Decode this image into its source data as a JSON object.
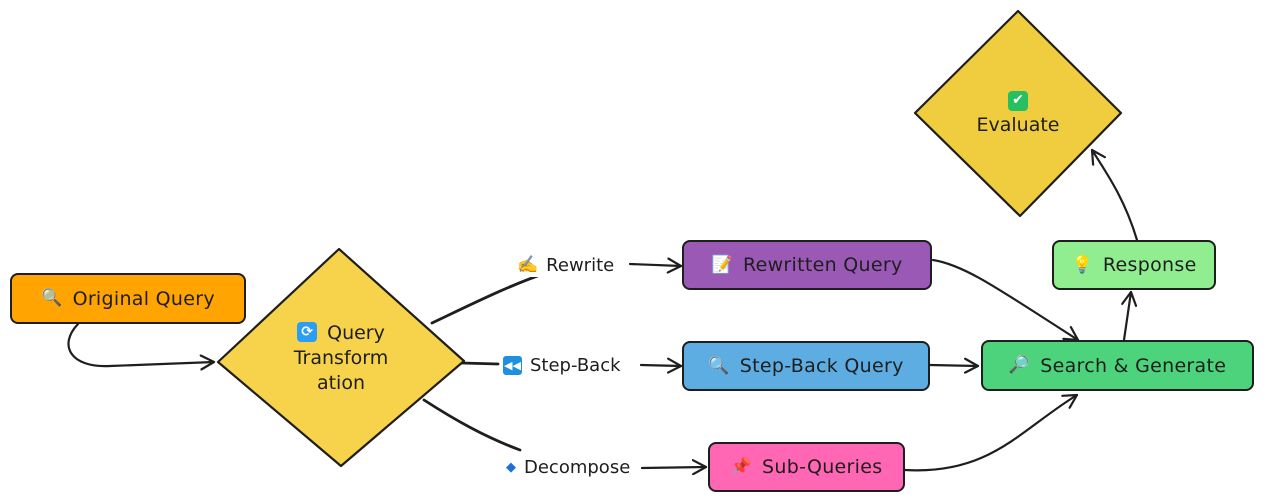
{
  "nodes": {
    "original_query": {
      "icon": "🔍",
      "label": "Original Query",
      "color": "#ffa400"
    },
    "query_transformation": {
      "icon": "🔄",
      "line1": "Query",
      "line2": "Transform",
      "line3": "ation",
      "color": "#f6d34a",
      "icon_color": "#2a9df4"
    },
    "rewritten_query": {
      "icon": "📝",
      "label": "Rewritten Query",
      "color": "#9b59b6"
    },
    "step_back_query": {
      "icon": "🔍",
      "label": "Step-Back Query",
      "color": "#5dade2"
    },
    "sub_queries": {
      "icon": "📌",
      "label": "Sub-Queries",
      "color": "#ff66b3"
    },
    "search_generate": {
      "icon": "🔎",
      "label": "Search & Generate",
      "color": "#4cd37b"
    },
    "response": {
      "icon": "💡",
      "label": "Response",
      "color": "#90ee90"
    },
    "evaluate": {
      "icon": "✔",
      "label": "Evaluate",
      "color": "#f0cd3e",
      "icon_color": "#27c060"
    }
  },
  "edge_labels": {
    "rewrite": {
      "icon": "✍️",
      "label": "Rewrite"
    },
    "step_back": {
      "icon": "⏪",
      "label": "Step-Back"
    },
    "decompose": {
      "icon": "◆",
      "label": "Decompose"
    }
  }
}
